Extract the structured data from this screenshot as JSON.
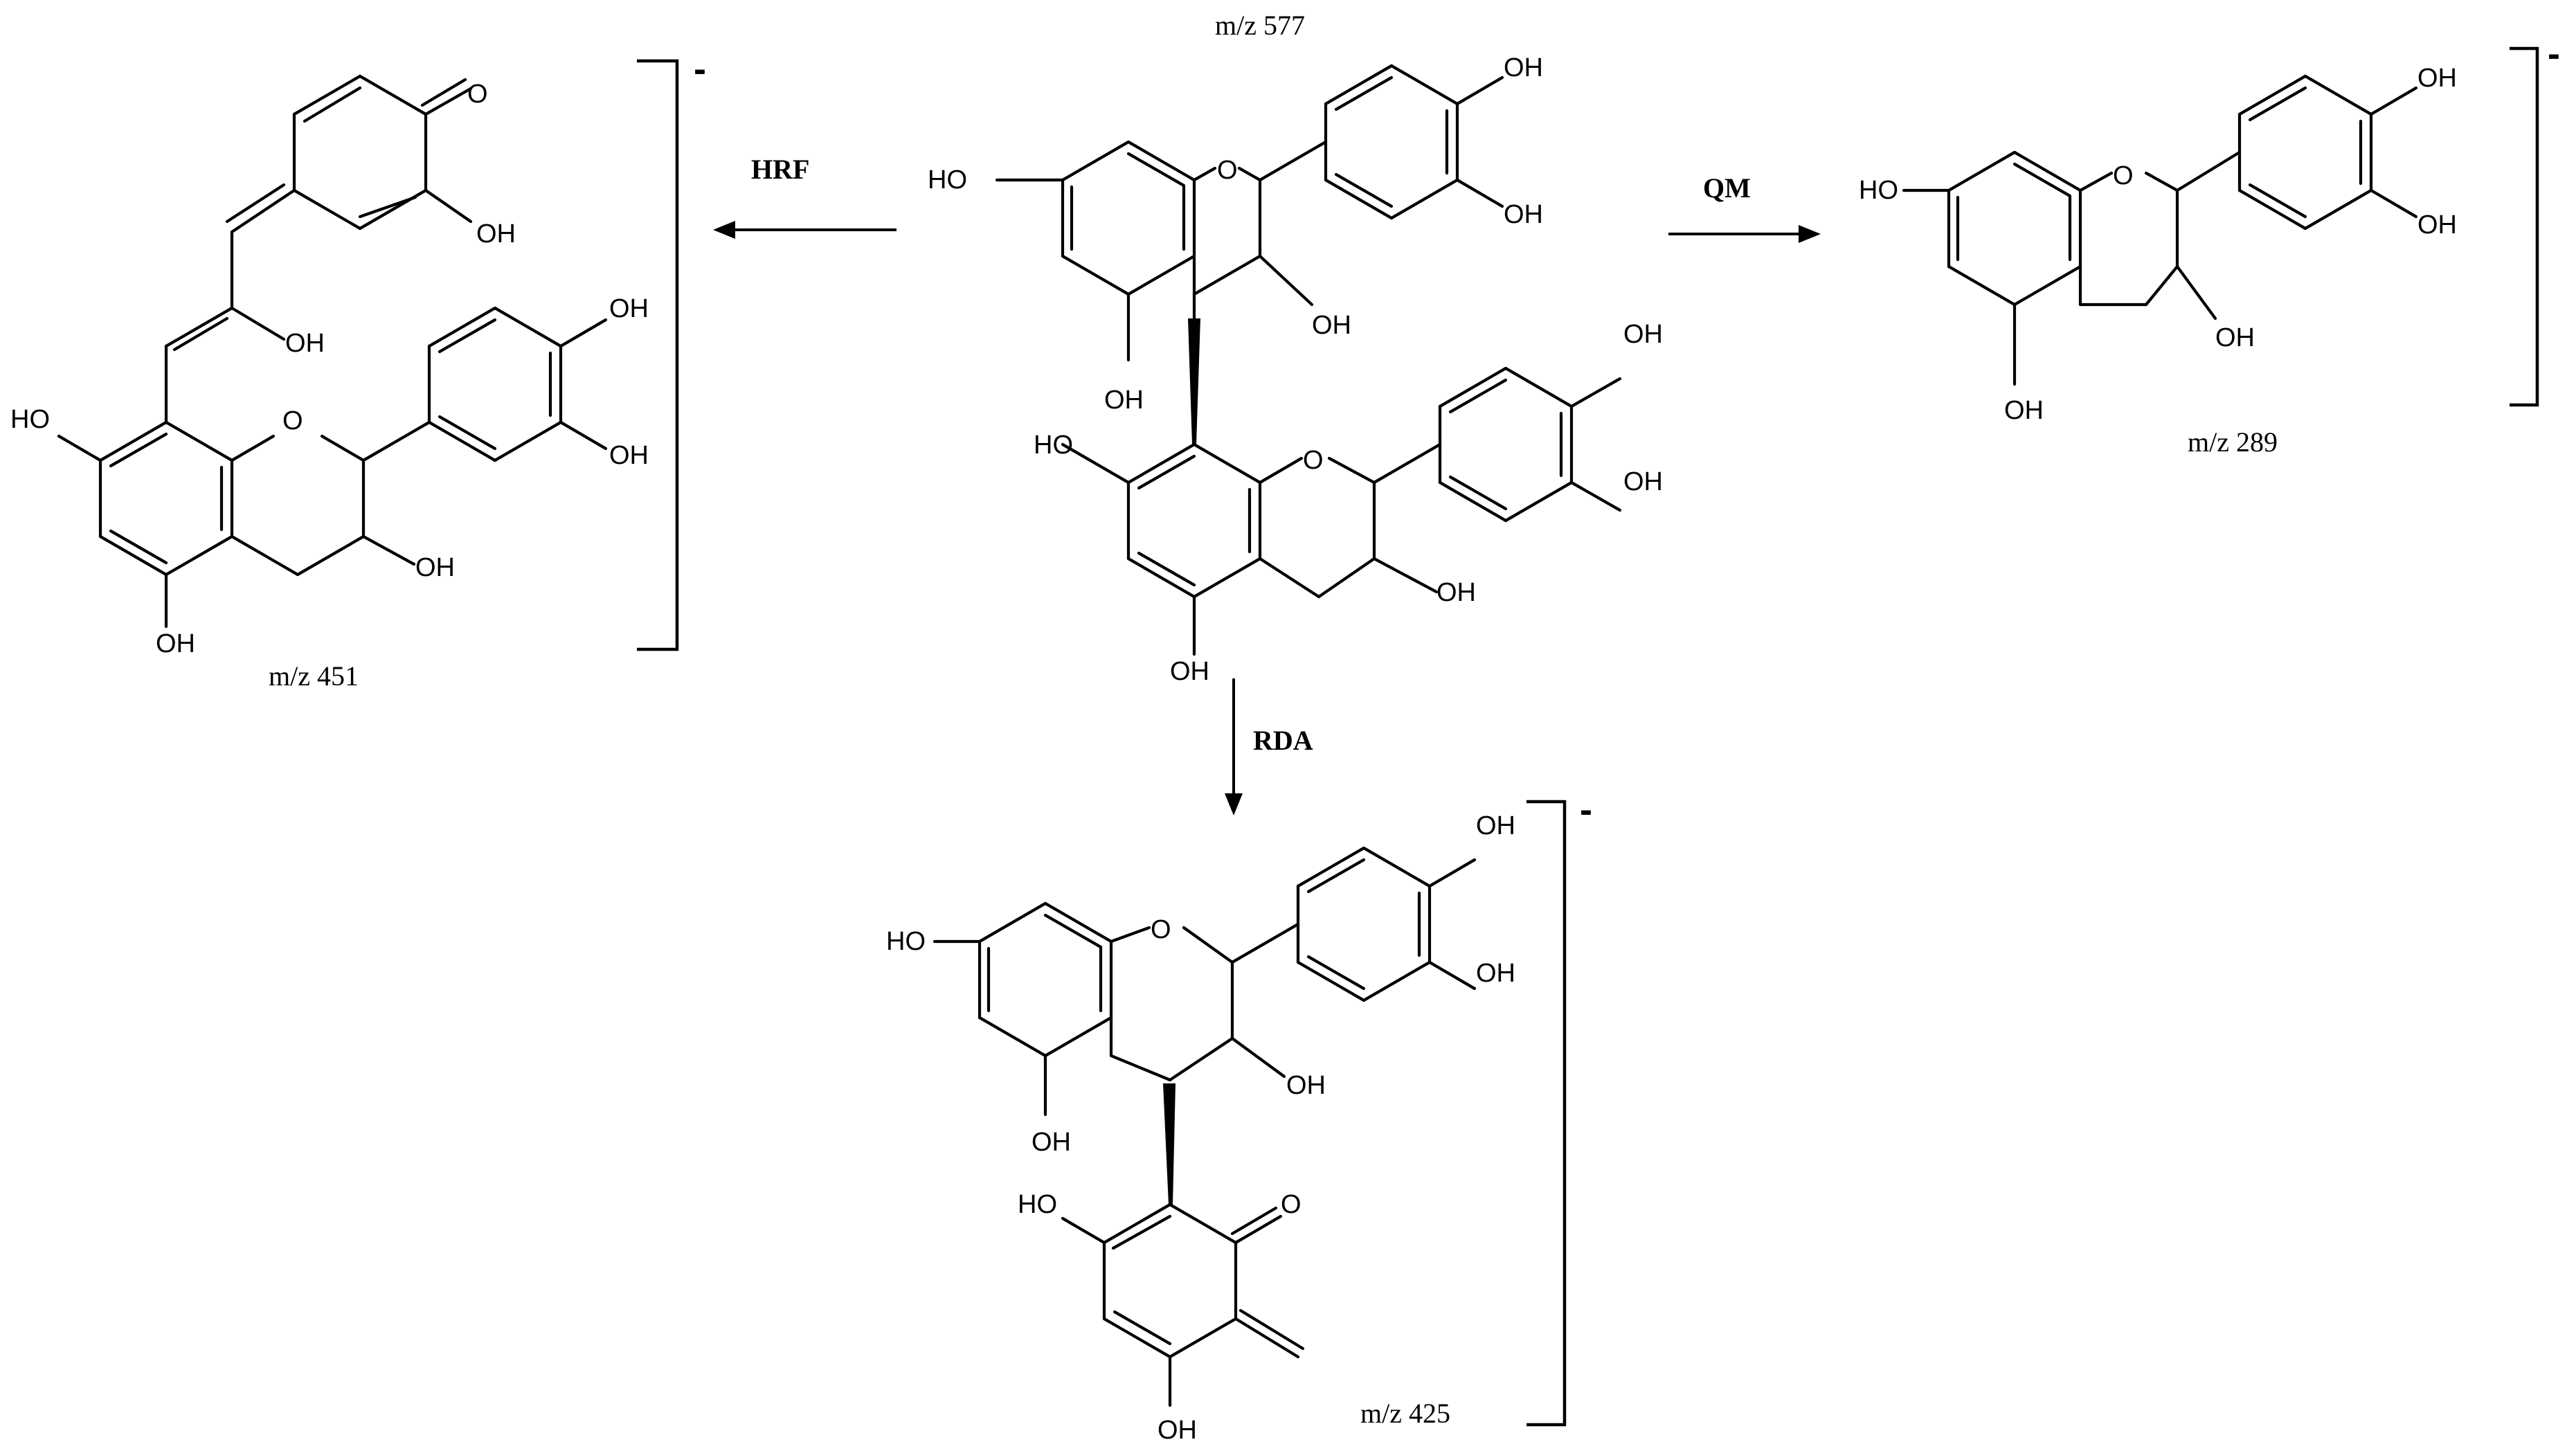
{
  "molecules": {
    "parent": {
      "label": "m/z 577",
      "atoms": {
        "oh_a7": "HO",
        "o_ring_a": "O",
        "oh_b3": "OH",
        "oh_b4": "OH",
        "oh_c3": "OH",
        "oh_a5": "OH",
        "oh_d7": "HO",
        "o_ring_d": "O",
        "oh_e3": "OH",
        "oh_e4": "OH",
        "oh_f3": "OH",
        "oh_d5": "OH"
      }
    },
    "hrf_product": {
      "label": "m/z 451",
      "charge": "-",
      "atoms": {
        "o_quinone": "O",
        "oh_quinone": "OH",
        "oh_enol": "OH",
        "oh_a7": "HO",
        "o_ring": "O",
        "oh_b4": "OH",
        "oh_b3": "OH",
        "oh_c3": "OH",
        "oh_a5": "OH"
      }
    },
    "qm_product": {
      "label": "m/z 289",
      "charge": "-",
      "atoms": {
        "oh_a7": "HO",
        "o_ring": "O",
        "oh_b4": "OH",
        "oh_b3": "OH",
        "oh_c3": "OH",
        "oh_a5": "OH"
      }
    },
    "rda_product": {
      "label": "m/z 425",
      "charge": "-",
      "atoms": {
        "oh_a7": "HO",
        "o_ring": "O",
        "oh_b4": "OH",
        "oh_b3": "OH",
        "oh_c3": "OH",
        "oh_a5": "OH",
        "oh_d1": "HO",
        "o_ketone": "O",
        "oh_d3": "OH"
      }
    }
  },
  "reactions": {
    "hrf": {
      "label": "HRF"
    },
    "qm": {
      "label": "QM"
    },
    "rda": {
      "label": "RDA"
    }
  }
}
